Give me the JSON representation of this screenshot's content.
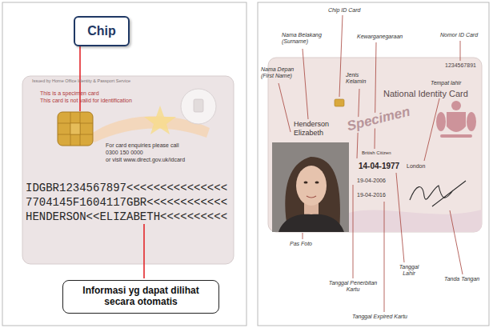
{
  "diagram": {
    "nodes": [
      {
        "text": [
          "Chip"
        ]
      },
      {
        "text": [
          "Informasi yg dapat dilihat secara otomatis"
        ]
      }
    ],
    "labels": [
      "Issued by Home Office Identity & Passport Service",
      "This is a specimen card",
      "This card is not valid for identification",
      "For card enquiries please call",
      "0300 150 0000",
      "or visit www.direct.gov.uk/idcard",
      "IDGBR1234567897<<<<<<<<<<<<<<<",
      "7704145F1604117GBR<<<<<<<<<<<<",
      "HENDERSON<<ELIZABETH<<<<<<<<<<",
      "Chip ID Card",
      "Nama Belakang (Surname)",
      "Nama Depan (First Name)",
      "Kewarganegaraan",
      "Nomor ID Card",
      "Jenis Kelamin",
      "Tempat lahir",
      "1234567891",
      "National Identity Card",
      "Henderson",
      "Elizabeth",
      "Specimen",
      "British Citizen",
      "14-04-1977",
      "London",
      "19-04-2006",
      "19-04-2016",
      "Pas Foto",
      "Tanggal Lahir",
      "Tanda Tangan",
      "Tanggal Penerbitan Kartu",
      "Tanggal Expired Kartu"
    ]
  }
}
